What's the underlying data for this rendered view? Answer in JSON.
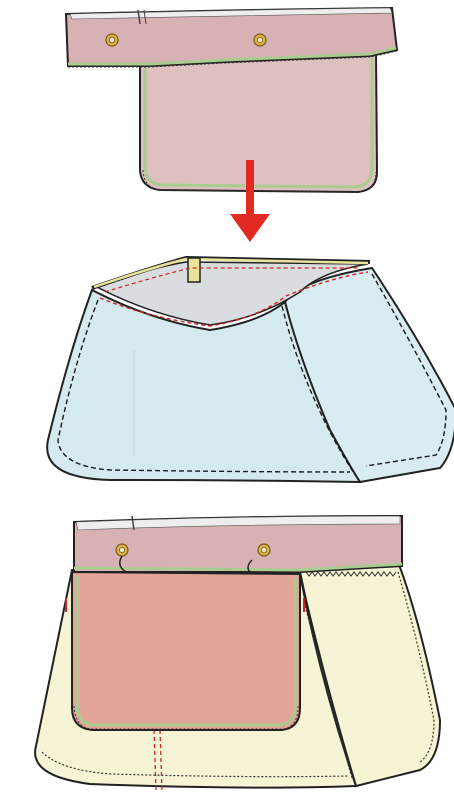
{
  "figure": {
    "kind": "sewing-assembly-illustration",
    "steps": [
      {
        "id": "step-1",
        "part": "flap-and-band",
        "fill_main": "#dfc0c1",
        "fill_band": "#d8b1b4",
        "trim": "#a9cc8f",
        "grommets": 2
      },
      {
        "id": "step-2",
        "part": "bag-body",
        "fill_main": "#d5eaee",
        "fill_side": "#d8ecf1",
        "stitch_dark": "#1a1a1a",
        "stitch_red": "#d22323",
        "inner": "#d9dde0",
        "rim": "#e8e49a"
      },
      {
        "id": "step-3",
        "part": "assembled-bag",
        "fill_main": "#f6f4d4",
        "fill_flap": "#e4a599",
        "fill_band": "#d8b1b4",
        "trim": "#a9cc8f",
        "stitch_red": "#d22323",
        "grommets": 2
      }
    ],
    "arrow": {
      "direction": "down",
      "color": "#e02a22",
      "icon": "down-arrow-icon"
    },
    "outline_color": "#222222"
  }
}
